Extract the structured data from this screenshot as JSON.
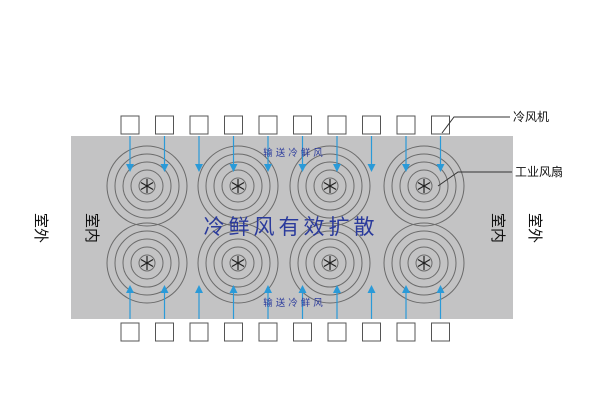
{
  "labels": {
    "cooler": "冷风机",
    "industrial_fan": "工业风扇",
    "center_caption": "冷鲜风有效扩散",
    "top_caption": "输 送 冷 鲜 风",
    "bottom_caption": "输 送 冷 鲜 风",
    "left_outdoor": "室外",
    "left_indoor": "室内",
    "right_indoor": "室内",
    "right_outdoor": "室外"
  },
  "layout_counts": {
    "cooler_units_per_row": 10,
    "fan_columns": 4,
    "fan_rows": 2,
    "rings_per_fan": 5
  },
  "colors": {
    "room_fill": "#c3c3c4",
    "ring_stroke": "#6b6b6b",
    "arrow": "#2a9ad8",
    "text_blue": "#2a3a9c",
    "box_stroke": "#555555"
  }
}
